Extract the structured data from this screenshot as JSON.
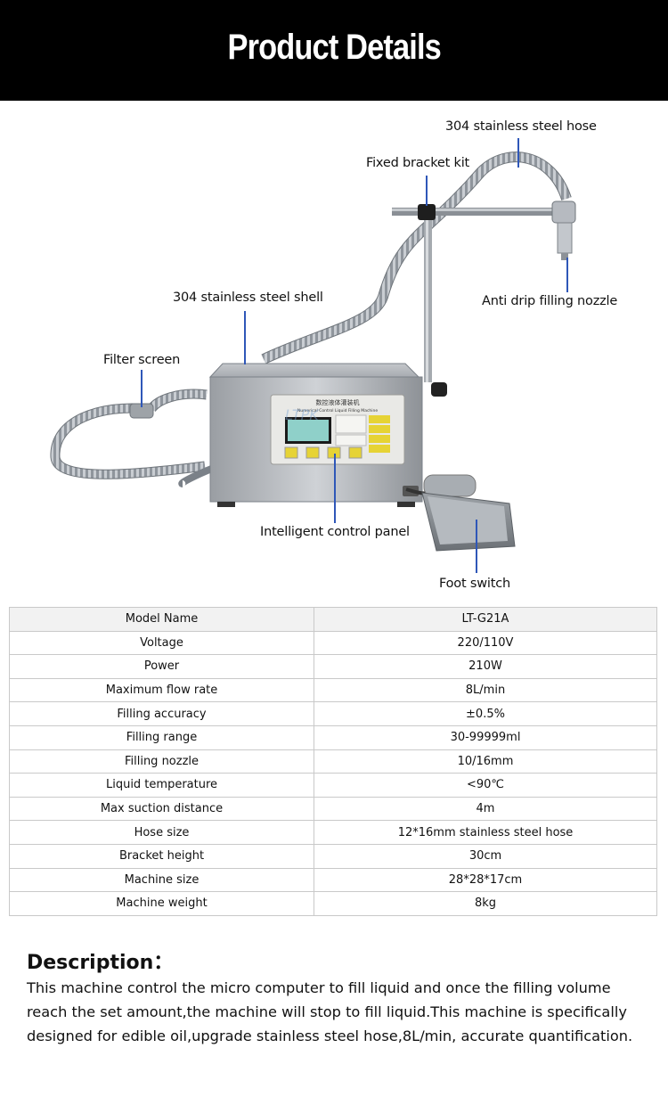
{
  "header": {
    "title": "Product Details"
  },
  "product_image": {
    "callouts": {
      "hose": "304 stainless steel hose",
      "bracket": "Fixed bracket kit",
      "shell": "304 stainless steel shell",
      "nozzle": "Anti drip filling nozzle",
      "filter": "Filter screen",
      "panel": "Intelligent control panel",
      "foot": "Foot switch"
    },
    "machine_labels": {
      "panel_title_cn": "数控液体灌装机",
      "panel_title_en": "Numerical Control Liquid Filling Machine",
      "watermark": "LTPK"
    }
  },
  "specs": [
    {
      "name": "Model Name",
      "value": "LT-G21A"
    },
    {
      "name": "Voltage",
      "value": "220/110V"
    },
    {
      "name": "Power",
      "value": "210W"
    },
    {
      "name": "Maximum flow rate",
      "value": "8L/min"
    },
    {
      "name": "Filling accuracy",
      "value": "±0.5%"
    },
    {
      "name": "Filling range",
      "value": "30-99999ml"
    },
    {
      "name": "Filling nozzle",
      "value": "10/16mm"
    },
    {
      "name": "Liquid temperature",
      "value": "<90℃"
    },
    {
      "name": "Max suction distance",
      "value": "4m"
    },
    {
      "name": "Hose size",
      "value": "12*16mm stainless steel hose"
    },
    {
      "name": "Bracket height",
      "value": "30cm"
    },
    {
      "name": "Machine size",
      "value": "28*28*17cm"
    },
    {
      "name": "Machine weight",
      "value": "8kg"
    }
  ],
  "description": {
    "title": "Description：",
    "text": "This machine control the micro computer to fill liquid and once the filling volume reach the set amount,the machine will stop to fill liquid.This machine is specifically designed for edible oil,upgrade stainless steel hose,8L/min, accurate quantification."
  },
  "colors": {
    "header_bg": "#000000",
    "header_text": "#ffffff",
    "leader_line": "#2f57b8",
    "table_border": "#c9c9c9",
    "table_first_row_bg": "#f2f2f2",
    "panel_screen": "#8fd0c9",
    "panel_buttons": "#e6d335"
  }
}
